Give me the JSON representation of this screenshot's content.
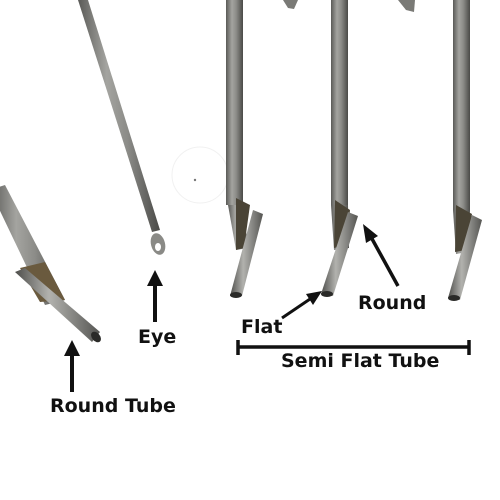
{
  "labels": {
    "round_tube": "Round Tube",
    "eye": "Eye",
    "flat": "Flat",
    "round": "Round",
    "semi_flat_tube": "Semi Flat Tube"
  },
  "colors": {
    "background": "#ffffff",
    "metal": "#8a8a86",
    "metal_dark": "#4f4f4c",
    "solder": "#6a5a3e",
    "ink": "#111111"
  }
}
